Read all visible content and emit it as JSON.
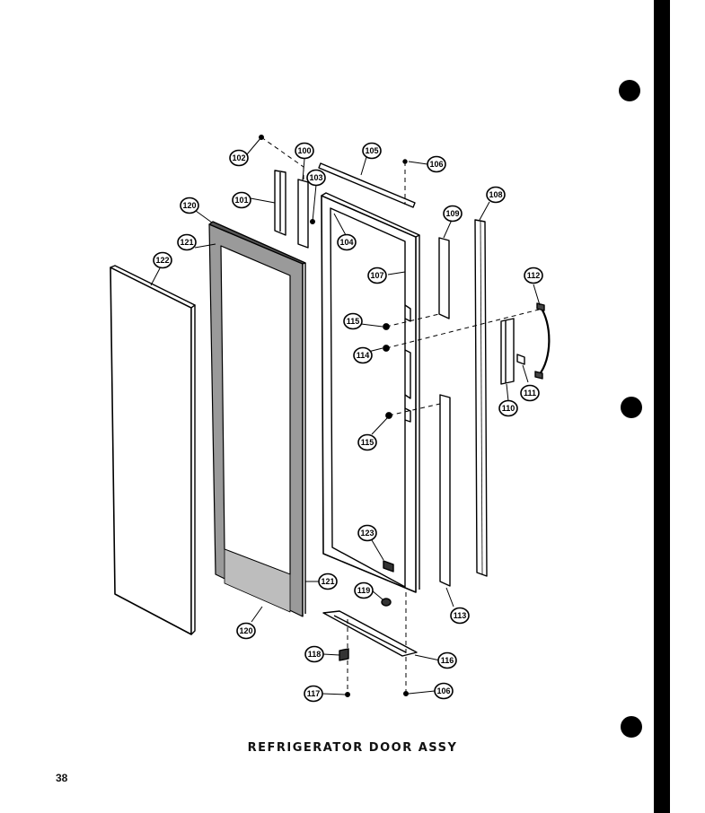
{
  "diagram": {
    "title": "REFRIGERATOR DOOR ASSY",
    "page_number": "38",
    "colors": {
      "ink": "#000000",
      "paper": "#ffffff",
      "gasket": "#8a8a8a"
    }
  },
  "callouts": [
    {
      "id": "c102a",
      "number": "102"
    },
    {
      "id": "c101",
      "number": "101"
    },
    {
      "id": "c100",
      "number": "100"
    },
    {
      "id": "c103",
      "number": "103"
    },
    {
      "id": "c105",
      "number": "105"
    },
    {
      "id": "c106a",
      "number": "106"
    },
    {
      "id": "c108",
      "number": "108"
    },
    {
      "id": "c109",
      "number": "109"
    },
    {
      "id": "c104",
      "number": "104"
    },
    {
      "id": "c120a",
      "number": "120"
    },
    {
      "id": "c121a",
      "number": "121"
    },
    {
      "id": "c122",
      "number": "122"
    },
    {
      "id": "c107",
      "number": "107"
    },
    {
      "id": "c112",
      "number": "112"
    },
    {
      "id": "c115a",
      "number": "115"
    },
    {
      "id": "c114",
      "number": "114"
    },
    {
      "id": "c111",
      "number": "111"
    },
    {
      "id": "c110",
      "number": "110"
    },
    {
      "id": "c115b",
      "number": "115"
    },
    {
      "id": "c123",
      "number": "123"
    },
    {
      "id": "c121b",
      "number": "121"
    },
    {
      "id": "c119",
      "number": "119"
    },
    {
      "id": "c113",
      "number": "113"
    },
    {
      "id": "c120b",
      "number": "120"
    },
    {
      "id": "c118",
      "number": "118"
    },
    {
      "id": "c116",
      "number": "116"
    },
    {
      "id": "c117",
      "number": "117"
    },
    {
      "id": "c106b",
      "number": "106"
    }
  ]
}
